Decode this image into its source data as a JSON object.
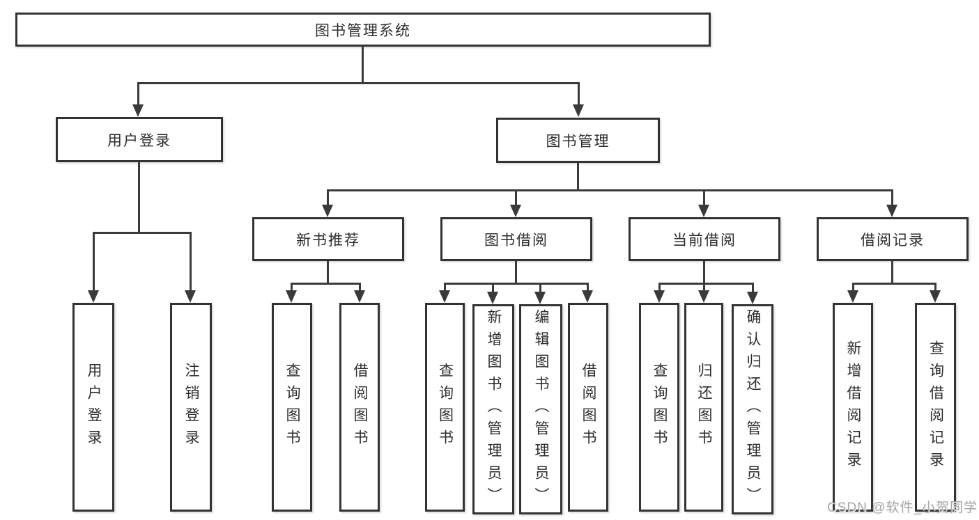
{
  "diagram": {
    "root_label": "图书管理系统",
    "level2": {
      "user_login": "用户登录",
      "book_management": "图书管理"
    },
    "level3": {
      "new_book_recommend": "新书推荐",
      "book_borrowing": "图书借阅",
      "current_borrowing": "当前借阅",
      "borrowing_records": "借阅记录"
    },
    "leaves": {
      "user_login": "用户登录",
      "logout": "注销登录",
      "query_books_recommend": "查询图书",
      "borrow_books_recommend": "借阅图书",
      "query_books_borrowing": "查询图书",
      "add_book_admin": "新增图书（管理员）",
      "edit_book_admin": "编辑图书（管理员）",
      "borrow_books_borrowing": "借阅图书",
      "query_books_current": "查询图书",
      "return_books": "归还图书",
      "confirm_return_admin": "确认归还（管理员）",
      "add_borrow_record": "新增借阅记录",
      "query_borrow_record": "查询借阅记录"
    }
  },
  "watermark": "CSDN @软件_小贺同学",
  "colors": {
    "line": "#3a3a3a",
    "box_border": "#333333",
    "text": "#2d2d2d",
    "watermark": "#a9a9a9"
  }
}
